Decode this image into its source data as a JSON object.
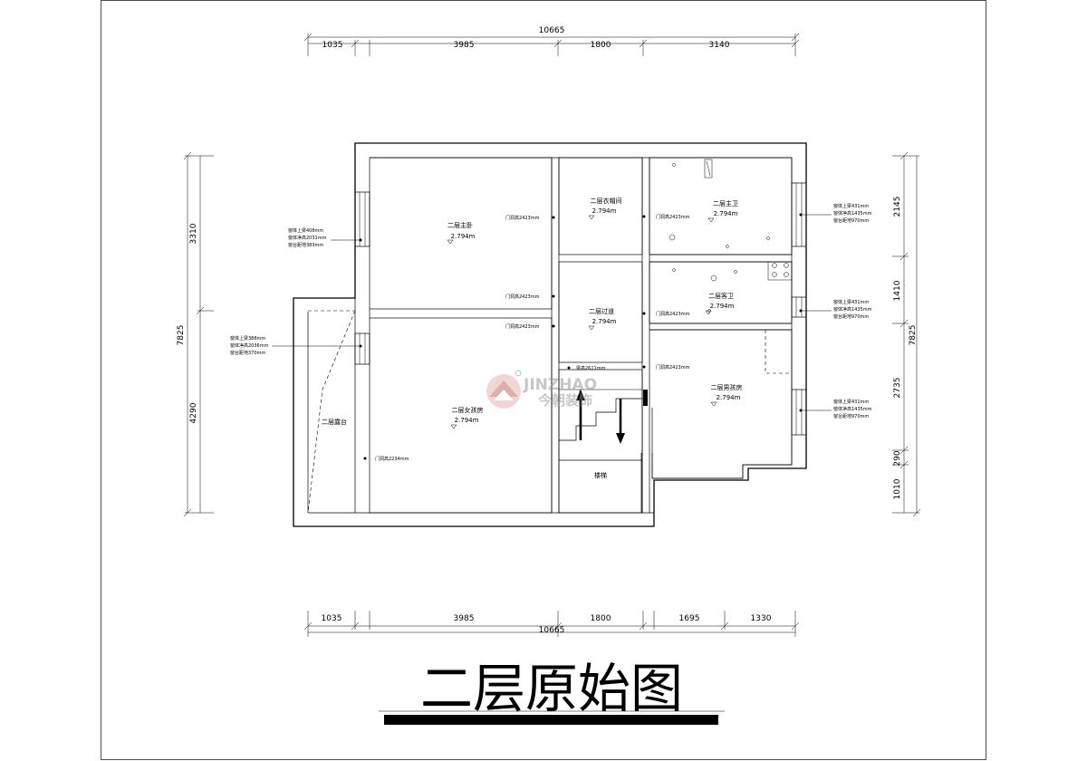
{
  "dims": {
    "top_total": "10665",
    "top_segments": [
      "1035",
      "3985",
      "1800",
      "3140"
    ],
    "bottom_total": "10665",
    "bottom_segments": [
      "1035",
      "3985",
      "1800",
      "1695",
      "1330"
    ],
    "left_total": "7825",
    "left_segments": [
      "3310",
      "4290"
    ],
    "right_total": "7825",
    "right_segments": [
      "2145",
      "1410",
      "2735",
      "290",
      "1010"
    ]
  },
  "rooms": {
    "master_bedroom": {
      "label": "二层主卧",
      "elev": "2.794m"
    },
    "closet": {
      "label": "二层衣帽间",
      "elev": "2.794m"
    },
    "master_bath": {
      "label": "二层主卫",
      "elev": "2.794m"
    },
    "hallway": {
      "label": "二层过道",
      "elev": "2.794m"
    },
    "guest_bath": {
      "label": "二层客卫",
      "elev": "2.794m"
    },
    "girls_room": {
      "label": "二层女孩房",
      "elev": "2.794m"
    },
    "boys_room": {
      "label": "二层男孩房",
      "elev": "2.794m"
    },
    "terrace": {
      "label": "二层露台"
    },
    "stairs": {
      "label": "楼梯"
    }
  },
  "door_notes": {
    "master_bedroom_top": "门洞高2423mm",
    "master_bedroom_bottom": "门洞高2423mm",
    "girls_room_top": "门洞高2423mm",
    "closet": "门洞高2423mm",
    "hallway": "门洞高2423mm",
    "boys_room": "门洞高2423mm",
    "terrace": "门洞高2234mm",
    "beam": "梁高2611mm"
  },
  "window_notes": {
    "left_top": [
      "窗体上梁408mm",
      "窗体净高2031mm",
      "窗台距地383mm"
    ],
    "left_bottom": [
      "窗体上梁388mm",
      "窗体净高2036mm",
      "窗台距地370mm"
    ],
    "right_top": [
      "窗体上梁431mm",
      "窗体净高1435mm",
      "窗台距地970mm"
    ],
    "right_mid": [
      "窗体上梁431mm",
      "窗体净高1435mm",
      "窗台距地970mm"
    ],
    "right_bottom": [
      "窗体上梁431mm",
      "窗体净高1435mm",
      "窗台距地970mm"
    ]
  },
  "watermark": {
    "brand_en": "JINZHAO",
    "brand_cn": "今朝装饰"
  },
  "title": "二层原始图"
}
